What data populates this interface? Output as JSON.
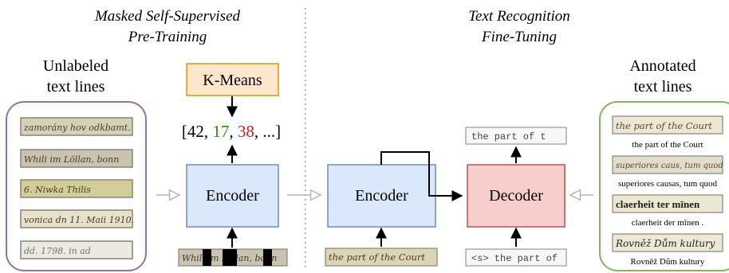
{
  "pretraining": {
    "title_line1": "Masked Self-Supervised",
    "title_line2": "Pre-Training",
    "unlabeled_line1": "Unlabeled",
    "unlabeled_line2": "text lines",
    "unlabeled_samples": [
      "zamorány hov odkbamt.",
      "Whili im Löllan, bonn",
      "6. Niwka Thilis",
      "vonica dn 11. Maii 1910.",
      "dd. 1798. in ad"
    ],
    "kmeans_label": "K-Means",
    "cluster_open": "[42, ",
    "cluster_a": "17",
    "cluster_sep1": ", ",
    "cluster_b": "38",
    "cluster_rest": ", ...]",
    "encoder_label": "Encoder",
    "masked_input_text": "Whili im Löllan, bonn"
  },
  "finetuning": {
    "title_line1": "Text Recognition",
    "title_line2": "Fine-Tuning",
    "encoder_label": "Encoder",
    "decoder_label": "Decoder",
    "encoder_input_text": "the part of the Court",
    "decoder_output": "the part of t",
    "decoder_input": "<s> the part of",
    "annotated_line1": "Annotated",
    "annotated_line2": "text lines",
    "annotated_samples": [
      {
        "image_text": "the part of the Court",
        "caption": "the part of the Court"
      },
      {
        "image_text": "superiores caus, tum quod",
        "caption": "superiores causas, tum quod"
      },
      {
        "image_text": "claerheit ter mīnen",
        "caption": "claerheit der mīnen ."
      },
      {
        "image_text": "Rovněž Dům kultury",
        "caption": "Rovněž Dům kultury"
      }
    ]
  },
  "colors": {
    "encoder_fill": "#dae8fc",
    "encoder_stroke": "#6c8ebf",
    "decoder_fill": "#f8cecc",
    "decoder_stroke": "#b85450",
    "kmeans_fill": "#ffe6cc",
    "kmeans_stroke": "#d79b00",
    "unlabeled_border": "#9673a6",
    "annotated_border": "#82b366",
    "cluster_green": "#2e8b1f",
    "cluster_red": "#cc1f1f",
    "parchment": "#cfc6a8",
    "ink": "#5b4a2e"
  }
}
